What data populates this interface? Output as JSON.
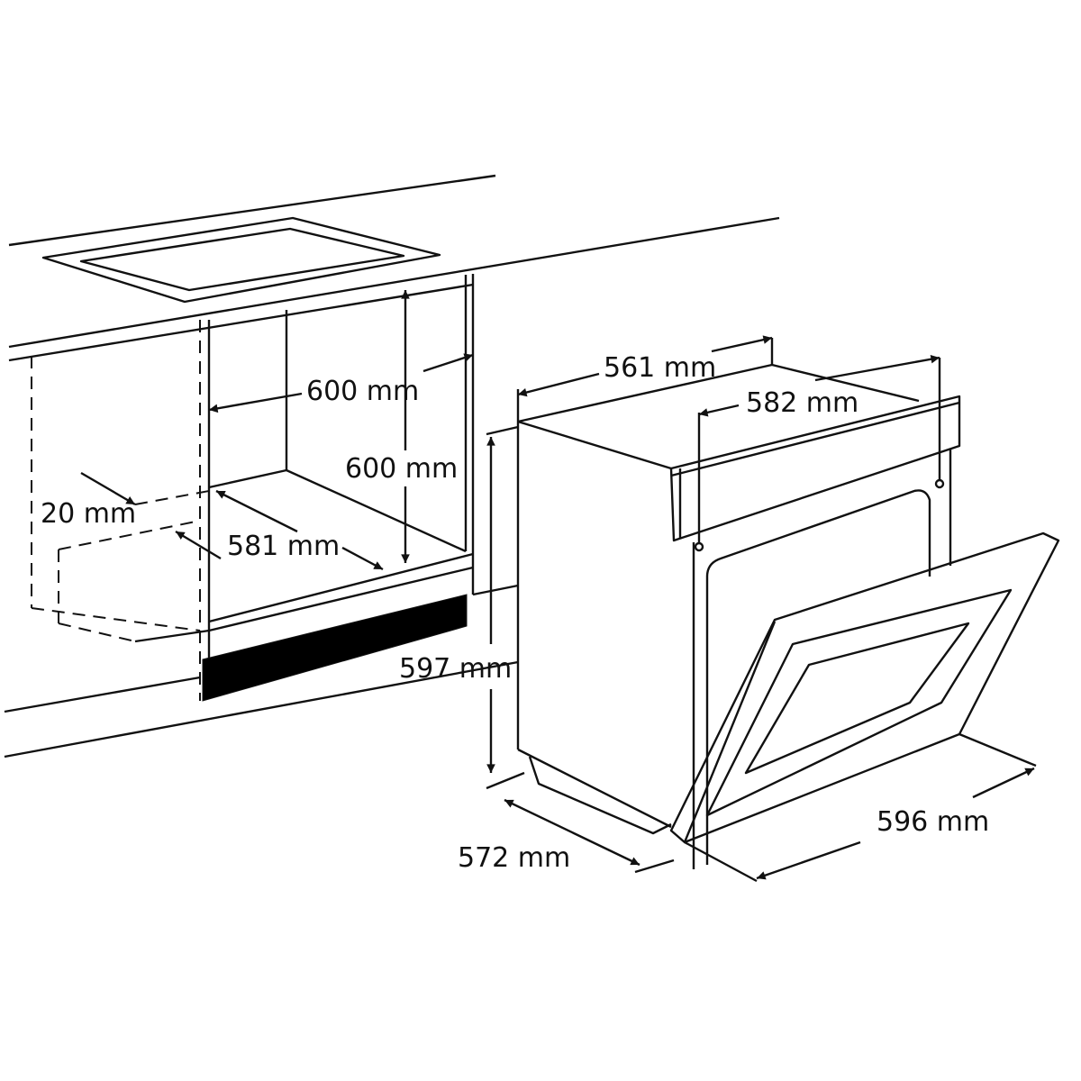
{
  "diagram": {
    "title_hidden": null,
    "labels": {
      "niche_width": "600 mm",
      "niche_height": "600 mm",
      "niche_depth": "581 mm",
      "gap": "20 mm",
      "oven_height": "597 mm",
      "oven_depth": "572 mm",
      "oven_top_depth": "561 mm",
      "panel_width": "582 mm",
      "oven_width": "596 mm"
    },
    "colors": {
      "line": "#111111",
      "plinth": "#000000",
      "background": "#ffffff"
    }
  }
}
